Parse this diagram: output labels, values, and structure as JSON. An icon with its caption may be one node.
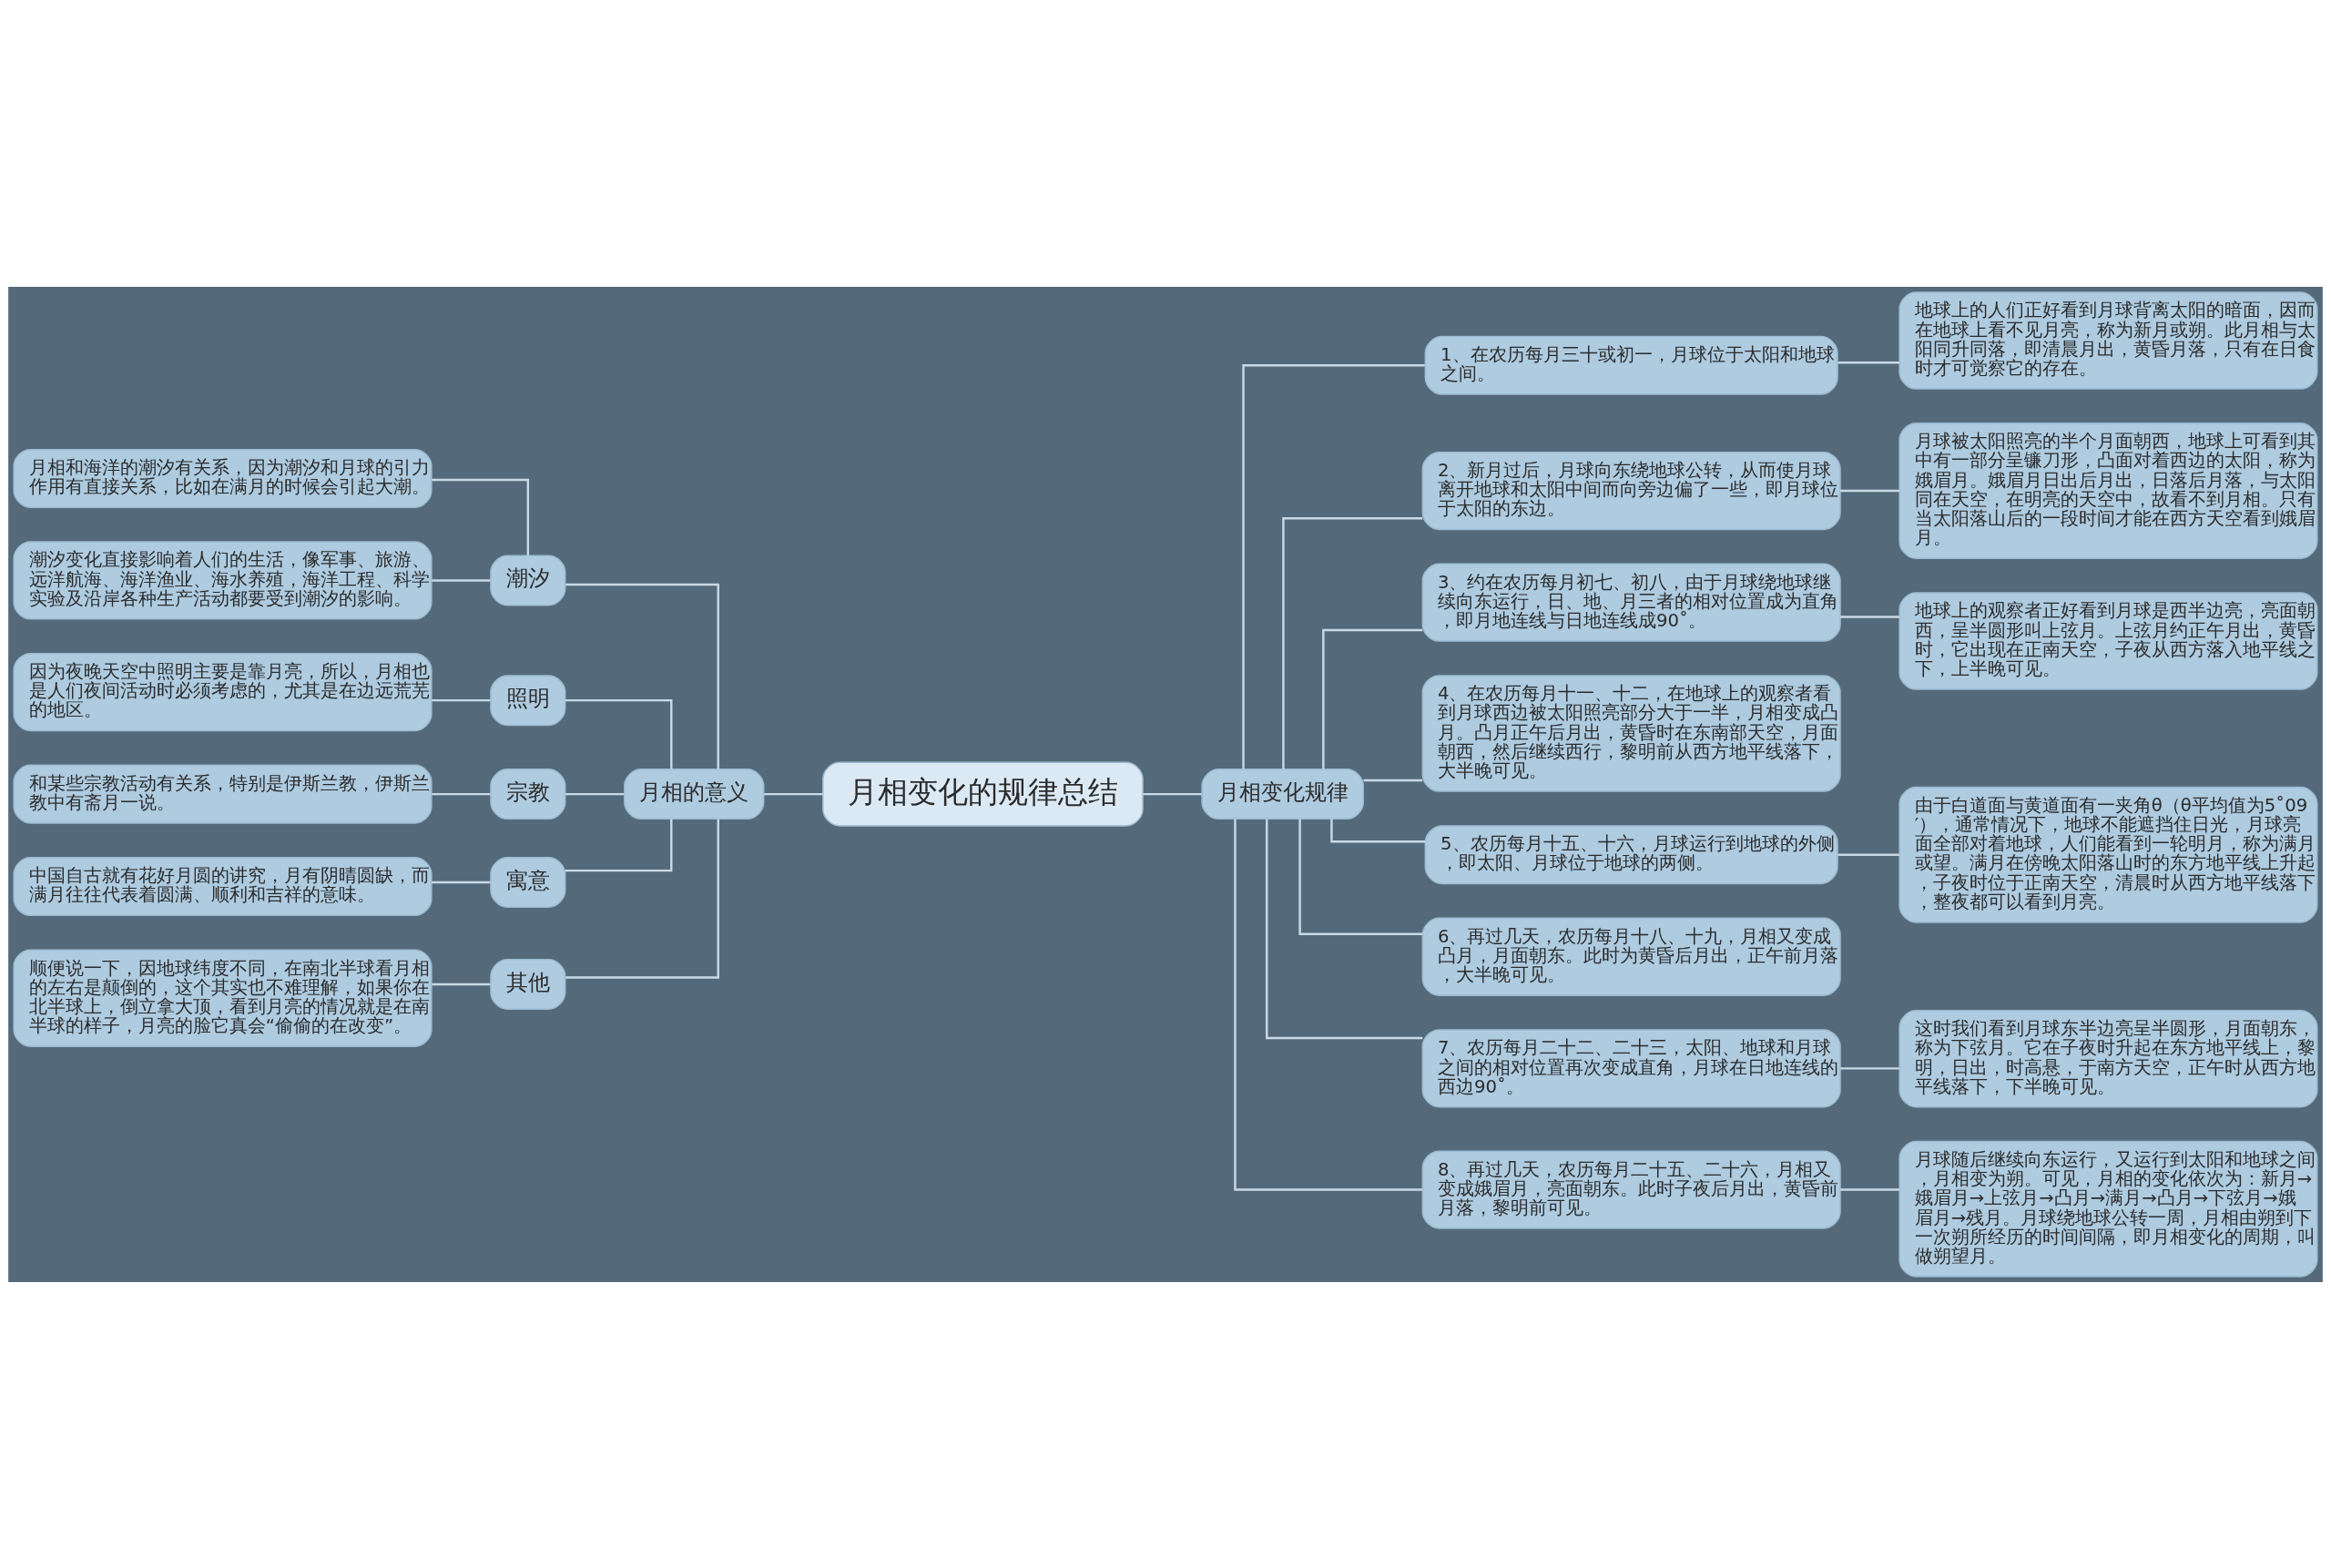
{
  "diagram": {
    "nodes": [
      {
        "text": [
          "月相变化的规律总结"
        ]
      },
      {
        "text": [
          "月相的意义"
        ]
      },
      {
        "text": [
          "潮汐"
        ]
      },
      {
        "text": [
          "月相和海洋的潮汐有关系，因为潮汐和月球的引力作用有直接关系，比如在满月的时候会引起大潮。"
        ]
      },
      {
        "text": [
          "潮汐变化直接影响着人们的生活，像军事、旅游、远洋航海、海洋渔业、海水养殖，海洋工程、科学实验及沿岸各种生产活动都要受到潮汐的影响。"
        ]
      },
      {
        "text": [
          "照明"
        ]
      },
      {
        "text": [
          "因为夜晚天空中照明主要是靠月亮，所以，月相也是人们夜间活动时必须考虑的，尤其是在边远荒芜的地区。"
        ]
      },
      {
        "text": [
          "宗教"
        ]
      },
      {
        "text": [
          "和某些宗教活动有关系，特别是伊斯兰教，伊斯兰教中有斋月一说。"
        ]
      },
      {
        "text": [
          "寓意"
        ]
      },
      {
        "text": [
          "中国自古就有花好月圆的讲究，月有阴晴圆缺，而满月往往代表着圆满、顺利和吉祥的意味。"
        ]
      },
      {
        "text": [
          "其他"
        ]
      },
      {
        "text": [
          "顺便说一下，因地球纬度不同，在南北半球看月相的左右是颠倒的，这个其实也不难理解，如果你在北半球上，倒立拿大顶，看到月亮的情况就是在南半球的样子，月亮的脸它真会“偷偷的在改变”。"
        ]
      },
      {
        "text": [
          "月相变化规律"
        ]
      },
      {
        "text": [
          "1、在农历每月三十或初一，月球位于太阳和地球之间。"
        ]
      },
      {
        "text": [
          "地球上的人们正好看到月球背离太阳的暗面，因而在地球上看不见月亮，称为新月或朔。此月相与太阳同升同落，即清晨月出，黄昏月落，只有在日食时才可觉察它的存在。"
        ]
      },
      {
        "text": [
          "2、新月过后，月球向东绕地球公转，从而使月球离开地球和太阳中间而向旁边偏了一些，即月球位于太阳的东边。"
        ]
      },
      {
        "text": [
          "月球被太阳照亮的半个月面朝西，地球上可看到其中有一部分呈镰刀形，凸面对着西边的太阳，称为娥眉月。娥眉月日出后月出，日落后月落，与太阳同在天空，在明亮的天空中，故看不到月相。只有当太阳落山后的一段时间才能在西方天空看到娥眉月。"
        ]
      },
      {
        "text": [
          "3、约在农历每月初七、初八，由于月球绕地球继续向东运行，日、地、月三者的相对位置成为直角，即月地连线与日地连线成90˚。"
        ]
      },
      {
        "text": [
          "地球上的观察者正好看到月球是西半边亮，亮面朝西，呈半圆形叫上弦月。上弦月约正午月出，黄昏时，它出现在正南天空，子夜从西方落入地平线之下，上半晚可见。"
        ]
      },
      {
        "text": [
          "4、在农历每月十一、十二，在地球上的观察者看到月球西边被太阳照亮部分大于一半，月相变成凸月。凸月正午后月出，黄昏时在东南部天空，月面朝西，然后继续西行，黎明前从西方地平线落下，大半晚可见。"
        ]
      },
      {
        "text": [
          "5、农历每月十五、十六，月球运行到地球的外侧，即太阳、月球位于地球的两侧。"
        ]
      },
      {
        "text": [
          "由于白道面与黄道面有一夹角θ（θ平均值为5˚09′），通常情况下，地球不能遮挡住日光，月球亮面全部对着地球，人们能看到一轮明月，称为满月或望。满月在傍晚太阳落山时的东方地平线上升起，子夜时位于正南天空，清晨时从西方地平线落下，整夜都可以看到月亮。"
        ]
      },
      {
        "text": [
          "6、再过几天，农历每月十八、十九，月相又变成凸月，月面朝东。此时为黄昏后月出，正午前月落，大半晚可见。"
        ]
      },
      {
        "text": [
          "7、农历每月二十二、二十三，太阳、地球和月球之间的相对位置再次变成直角，月球在日地连线的西边90˚。"
        ]
      },
      {
        "text": [
          "这时我们看到月球东半边亮呈半圆形，月面朝东，称为下弦月。它在子夜时升起在东方地平线上，黎明，日出，时高悬，于南方天空，正午时从西方地平线落下，下半晚可见。"
        ]
      },
      {
        "text": [
          "8、再过几天，农历每月二十五、二十六，月相又变成娥眉月，亮面朝东。此时子夜后月出，黄昏前月落，黎明前可见。"
        ]
      },
      {
        "text": [
          "月球随后继续向东运行，又运行到太阳和地球之间，月相变为朔。可见，月相的变化依次为：新月→娥眉月→上弦月→凸月→满月→凸月→下弦月→娥眉月→残月。月球绕地球公转一周，月相由朔到下一次朔所经历的时间间隔，即月相变化的周期，叫做朔望月。"
        ]
      }
    ],
    "edges": [
      {
        "from": 0,
        "to": 1,
        "arrow": "none"
      },
      {
        "from": 1,
        "to": 2,
        "arrow": "none"
      },
      {
        "from": 2,
        "to": 3,
        "arrow": "none"
      },
      {
        "from": 2,
        "to": 4,
        "arrow": "none"
      },
      {
        "from": 1,
        "to": 5,
        "arrow": "none"
      },
      {
        "from": 5,
        "to": 6,
        "arrow": "none"
      },
      {
        "from": 1,
        "to": 7,
        "arrow": "none"
      },
      {
        "from": 7,
        "to": 8,
        "arrow": "none"
      },
      {
        "from": 1,
        "to": 9,
        "arrow": "none"
      },
      {
        "from": 9,
        "to": 10,
        "arrow": "none"
      },
      {
        "from": 1,
        "to": 11,
        "arrow": "none"
      },
      {
        "from": 11,
        "to": 12,
        "arrow": "none"
      },
      {
        "from": 0,
        "to": 13,
        "arrow": "none"
      },
      {
        "from": 13,
        "to": 14,
        "arrow": "none"
      },
      {
        "from": 14,
        "to": 15,
        "arrow": "none"
      },
      {
        "from": 13,
        "to": 16,
        "arrow": "none"
      },
      {
        "from": 16,
        "to": 17,
        "arrow": "none"
      },
      {
        "from": 13,
        "to": 18,
        "arrow": "none"
      },
      {
        "from": 18,
        "to": 19,
        "arrow": "none"
      },
      {
        "from": 13,
        "to": 20,
        "arrow": "none"
      },
      {
        "from": 13,
        "to": 21,
        "arrow": "none"
      },
      {
        "from": 21,
        "to": 22,
        "arrow": "none"
      },
      {
        "from": 13,
        "to": 23,
        "arrow": "none"
      },
      {
        "from": 13,
        "to": 24,
        "arrow": "none"
      },
      {
        "from": 24,
        "to": 25,
        "arrow": "none"
      },
      {
        "from": 13,
        "to": 26,
        "arrow": "none"
      },
      {
        "from": 26,
        "to": 27,
        "arrow": "none"
      }
    ]
  }
}
